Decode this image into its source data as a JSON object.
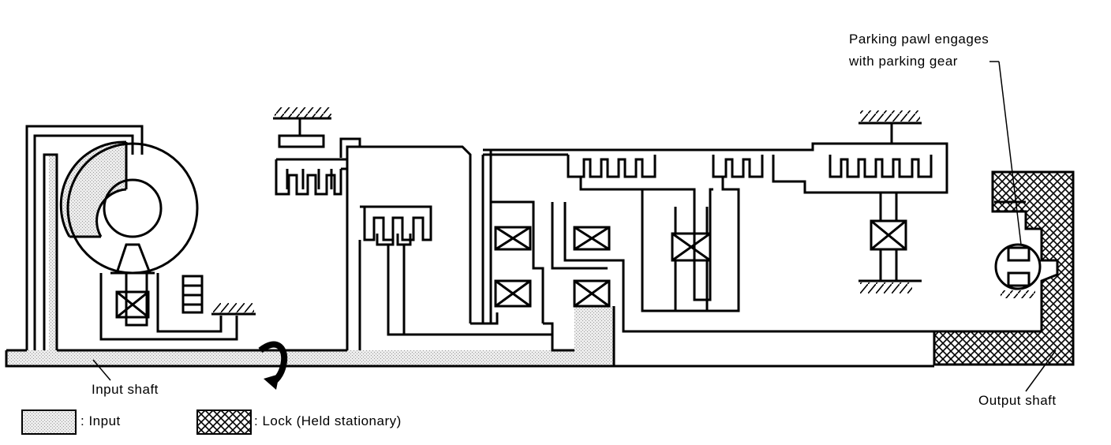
{
  "labels": {
    "parking_pawl_line1": "Parking pawl engages",
    "parking_pawl_line2": "with parking gear",
    "input_shaft": "Input shaft",
    "output_shaft": "Output shaft"
  },
  "legend": {
    "input": ": Input",
    "lock": ": Lock (Held stationary)"
  },
  "colors": {
    "line": "#000000",
    "input_fill": "#e4e4e4",
    "background": "#ffffff"
  }
}
